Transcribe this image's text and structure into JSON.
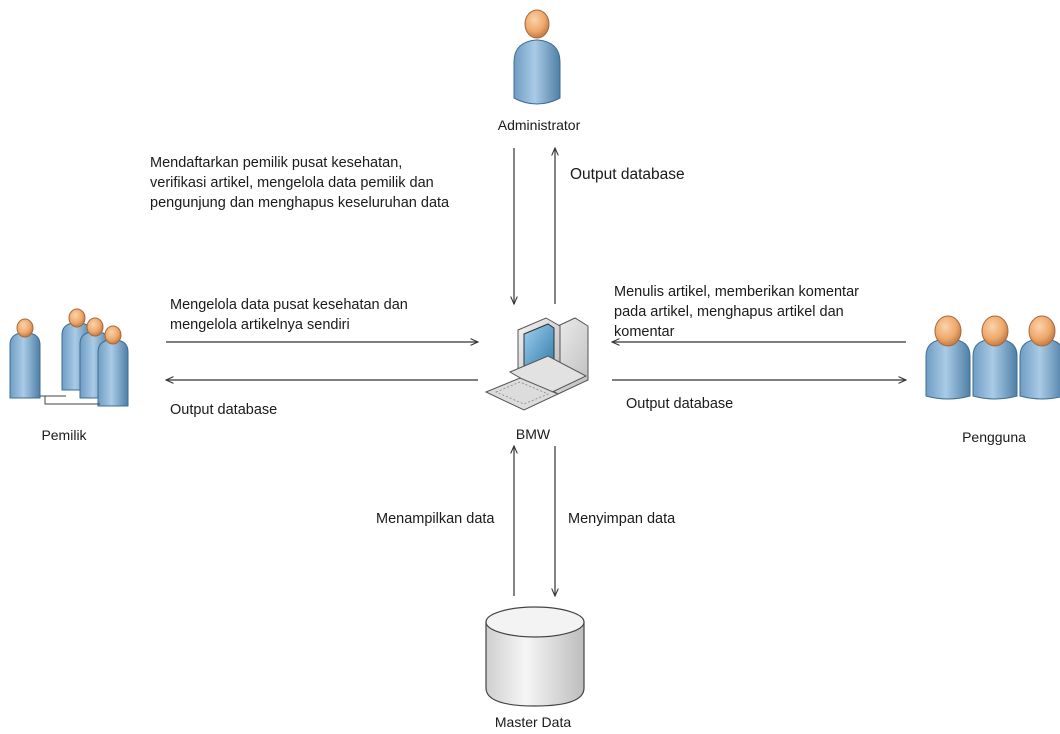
{
  "actors": {
    "administrator": {
      "label": "Administrator"
    },
    "pemilik": {
      "label": "Pemilik"
    },
    "pengguna": {
      "label": "Pengguna"
    }
  },
  "system": {
    "label": "BMW"
  },
  "datastore": {
    "label": "Master Data"
  },
  "flows": {
    "admin_to_system": {
      "lines": [
        "Mendaftarkan pemilik pusat kesehatan,",
        "verifikasi artikel, mengelola data pemilik dan",
        "pengunjung dan menghapus keseluruhan data"
      ]
    },
    "system_to_admin": {
      "label": "Output database"
    },
    "pemilik_to_system": {
      "lines": [
        "Mengelola data pusat kesehatan dan",
        "mengelola artikelnya sendiri"
      ]
    },
    "system_to_pemilik": {
      "label": "Output database"
    },
    "pengguna_to_system": {
      "lines": [
        "Menulis artikel, memberikan komentar",
        "pada artikel, menghapus artikel dan",
        "komentar"
      ]
    },
    "system_to_pengguna": {
      "label": "Output database"
    },
    "datastore_to_system": {
      "label": "Menampilkan data"
    },
    "system_to_datastore": {
      "label": "Menyimpan data"
    }
  },
  "colors": {
    "person_body": "#8fb8d8",
    "person_body_dark": "#4f7fa6",
    "person_head": "#f2b27a",
    "person_head_dark": "#b9743f",
    "arrow": "#333333",
    "computer": "#e8e8e8",
    "screen": "#5aa0c8",
    "database": "#e9e9e9"
  }
}
